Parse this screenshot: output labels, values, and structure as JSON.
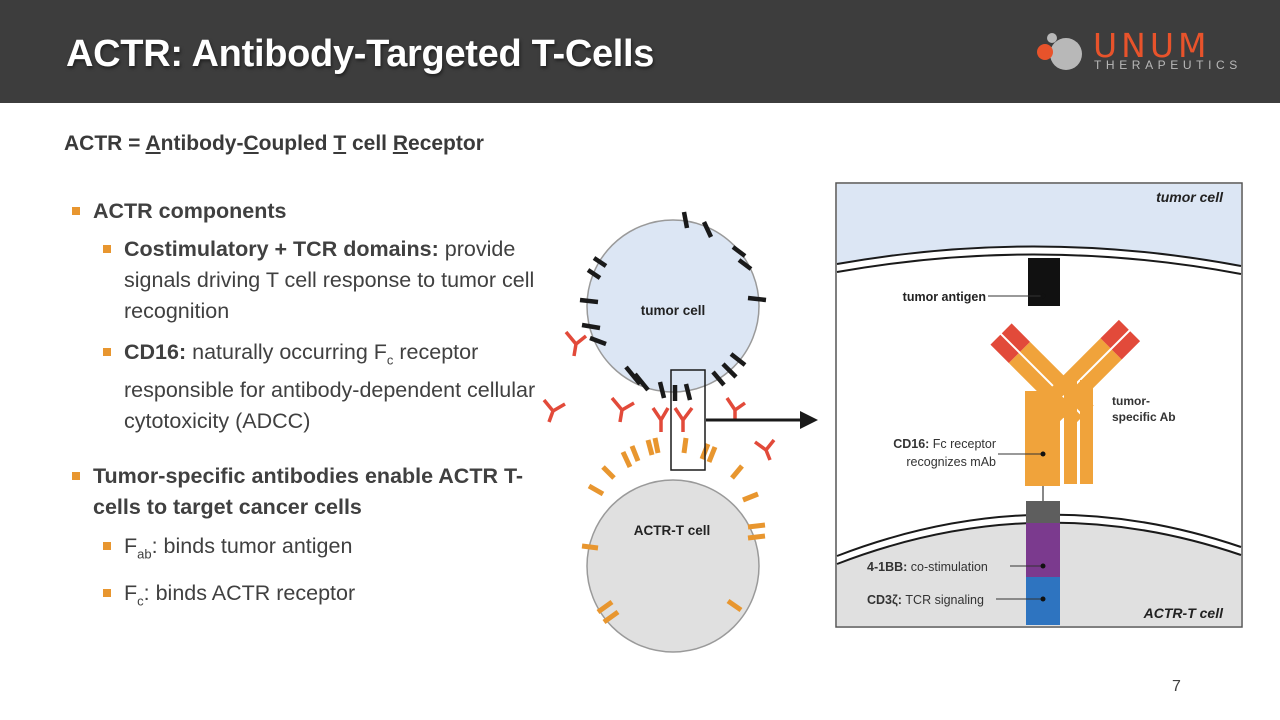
{
  "slide": {
    "title": "ACTR: Antibody-Targeted T-Cells",
    "page_number": "7"
  },
  "logo": {
    "name": "UNUM",
    "sub": "THERAPEUTICS"
  },
  "subtitle": {
    "p1": "ACTR = ",
    "u1": "A",
    "p2": "ntibody-",
    "u2": "C",
    "p3": "oupled ",
    "u3": "T",
    "p4": " cell ",
    "u4": "R",
    "p5": "eceptor"
  },
  "bullets": {
    "components_heading": "ACTR components",
    "costim_label": "Costimulatory + TCR domains:",
    "costim_text": "provide signals driving T cell response to tumor cell recognition",
    "cd16_label": "CD16:",
    "cd16_text_a": " naturally occurring F",
    "cd16_sub": "c",
    "cd16_text_b": " receptor responsible for antibody-dependent cellular cytotoxicity (ADCC)",
    "antibodies_heading": "Tumor-specific antibodies enable ACTR T-cells to target cancer cells",
    "fab_main": "F",
    "fab_sub": "ab",
    "fab_text": ": binds tumor antigen",
    "fc_main": "F",
    "fc_sub": "c",
    "fc_text": ": binds ACTR receptor"
  },
  "diagram": {
    "tumor_cell_label": "tumor cell",
    "actr_cell_label": "ACTR-T cell",
    "inset_tumor_label": "tumor cell",
    "inset_actr_label": "ACTR-T cell",
    "tumor_antigen_label": "tumor antigen",
    "ab_label_1": "tumor-",
    "ab_label_2": "specific Ab",
    "cd16_line1_bold": "CD16:",
    "cd16_line1_rest": " Fc receptor",
    "cd16_line2": "recognizes mAb",
    "costim_bold": "4-1BB:",
    "costim_rest": " co-stimulation",
    "cd3_bold": "CD3ζ:",
    "cd3_rest": " TCR signaling"
  },
  "colors": {
    "header_bg": "#3d3d3d",
    "accent_orange": "#e8962f",
    "logo_orange": "#e8532b",
    "tumor_fill": "#dce6f4",
    "tcell_fill": "#e0e0e0",
    "antibody_red": "#e24a3a",
    "purple": "#7b3a8e",
    "blue": "#2e74c0"
  }
}
